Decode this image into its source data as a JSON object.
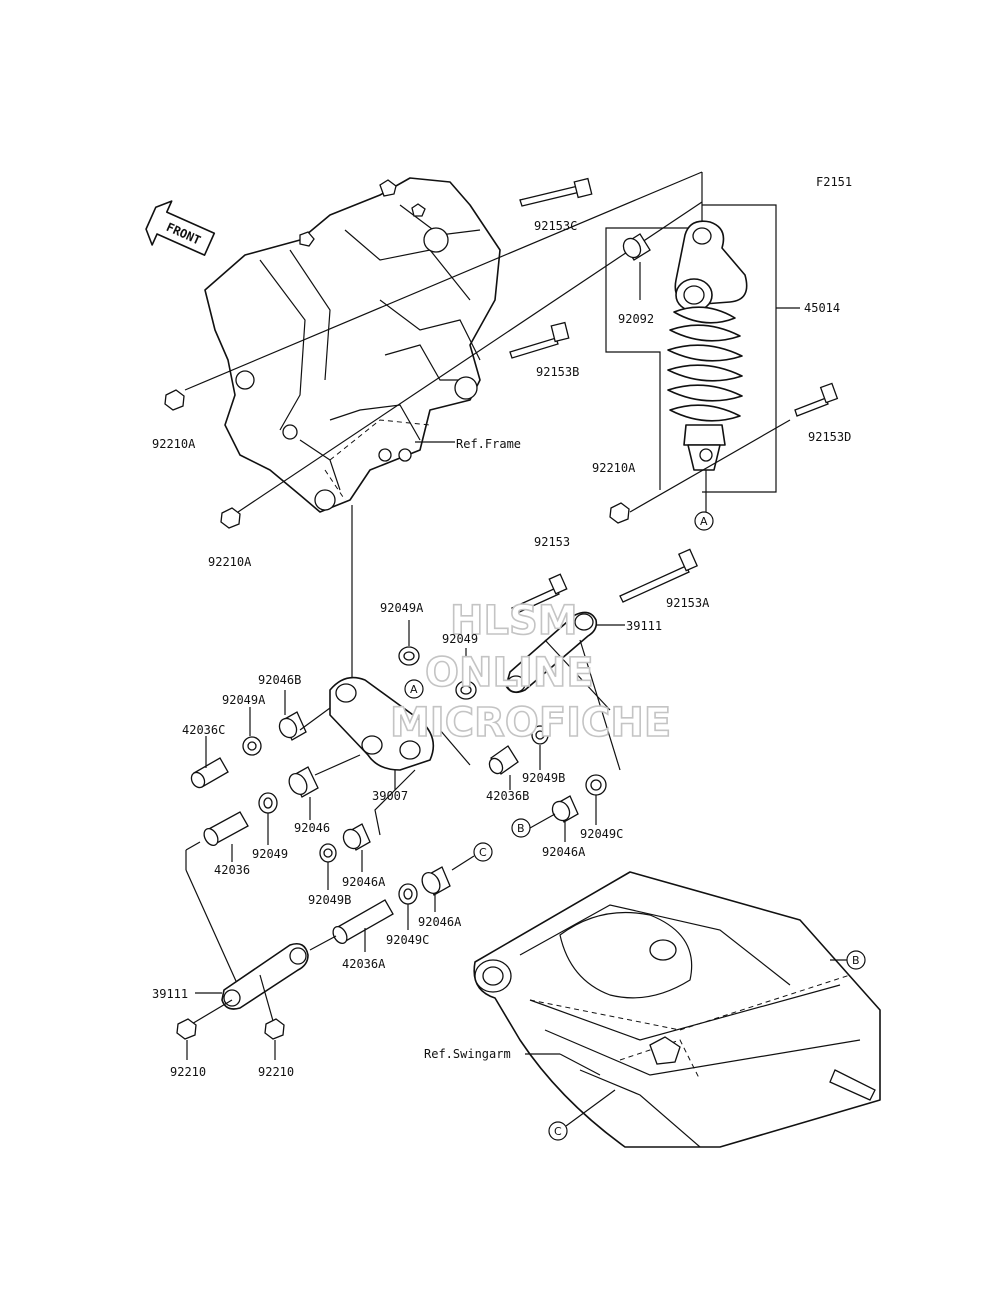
{
  "figure_code": "F2151",
  "front_arrow_label": "FRONT",
  "reference_labels": {
    "frame": "Ref.Frame",
    "swingarm": "Ref.Swingarm"
  },
  "ref_markers": {
    "a": "A",
    "b": "B",
    "c": "C"
  },
  "watermark": [
    "HLSM",
    "ONLINE",
    "MICROFICHE"
  ],
  "parts": {
    "bolt_92153c": "92153C",
    "shock_45014": "45014",
    "collar_92092": "92092",
    "bolt_92153b": "92153B",
    "nut_92210a_top": "92210A",
    "bolt_92153d": "92153D",
    "nut_92210a_shock": "92210A",
    "nut_92210a_low": "92210A",
    "bolt_92153": "92153",
    "bolt_92153a": "92153A",
    "rod_39111_upper": "39111",
    "seal_92049a_upper": "92049A",
    "seal_92049": "92049",
    "bearing_92046b": "92046B",
    "seal_92049a_left": "92049A",
    "collar_42036c": "42036C",
    "link_39007": "39007",
    "collar_42036b": "42036B",
    "seal_92049b_right": "92049B",
    "bearing_92046": "92046",
    "seal_92049_low": "92049",
    "seal_92049c_right": "92049C",
    "bearing_92046a_right": "92046A",
    "collar_42036": "42036",
    "bearing_92046a_mid": "92046A",
    "seal_92049b_low": "92049B",
    "bearing_92046a_low": "92046A",
    "seal_92049c_low": "92049C",
    "collar_42036a": "42036A",
    "rod_39111_lower": "39111",
    "nut_92210_left": "92210",
    "nut_92210_right": "92210"
  }
}
